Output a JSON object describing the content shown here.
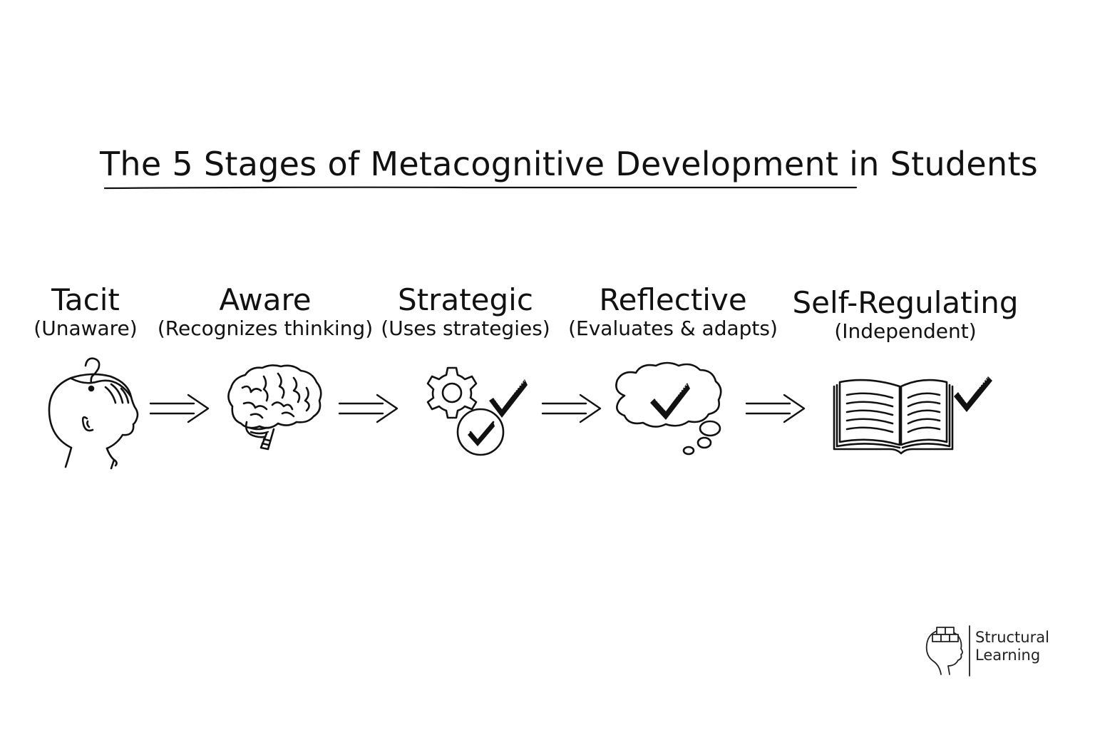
{
  "title": "The 5 Stages of Metacognitive Development in Students",
  "stages": [
    {
      "name": "Tacit",
      "desc": "(Unaware)",
      "icon": "confused-head-icon"
    },
    {
      "name": "Aware",
      "desc": "(Recognizes thinking)",
      "icon": "brain-icon"
    },
    {
      "name": "Strategic",
      "desc": "(Uses strategies)",
      "icon": "gear-check-icon"
    },
    {
      "name": "Reflective",
      "desc": "(Evaluates & adapts)",
      "icon": "thought-bubble-check-icon"
    },
    {
      "name": "Self-Regulating",
      "desc": "(Independent)",
      "icon": "open-book-check-icon"
    }
  ],
  "logo": {
    "line1": "Structural",
    "line2": "Learning"
  },
  "colors": {
    "ink": "#111111",
    "background": "#ffffff"
  }
}
